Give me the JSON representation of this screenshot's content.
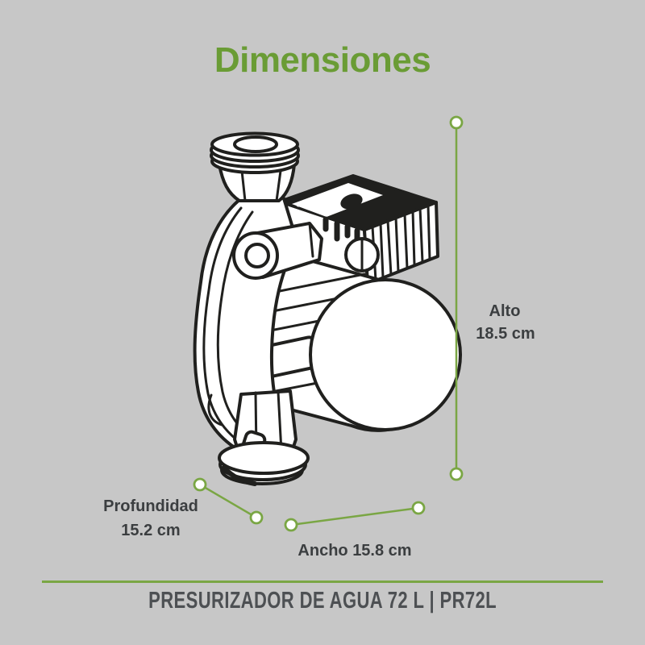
{
  "title": "Dimensiones",
  "dimensions": {
    "height": {
      "label": "Alto",
      "value": "18.5 cm"
    },
    "depth": {
      "label": "Profundidad",
      "value": "15.2 cm"
    },
    "width": {
      "label": "Ancho 15.8 cm"
    }
  },
  "footer": {
    "product_name": "PRESURIZADOR DE AGUA 72 L | PR72L"
  },
  "illustration": {
    "subject": "water booster pump technical line drawing"
  },
  "colors": {
    "background": "#c7c7c7",
    "accent": "#6a9c35",
    "line": "#7aa644",
    "label": "#3b3e40",
    "footer-text": "#4d5053",
    "ink": "#20201e"
  }
}
